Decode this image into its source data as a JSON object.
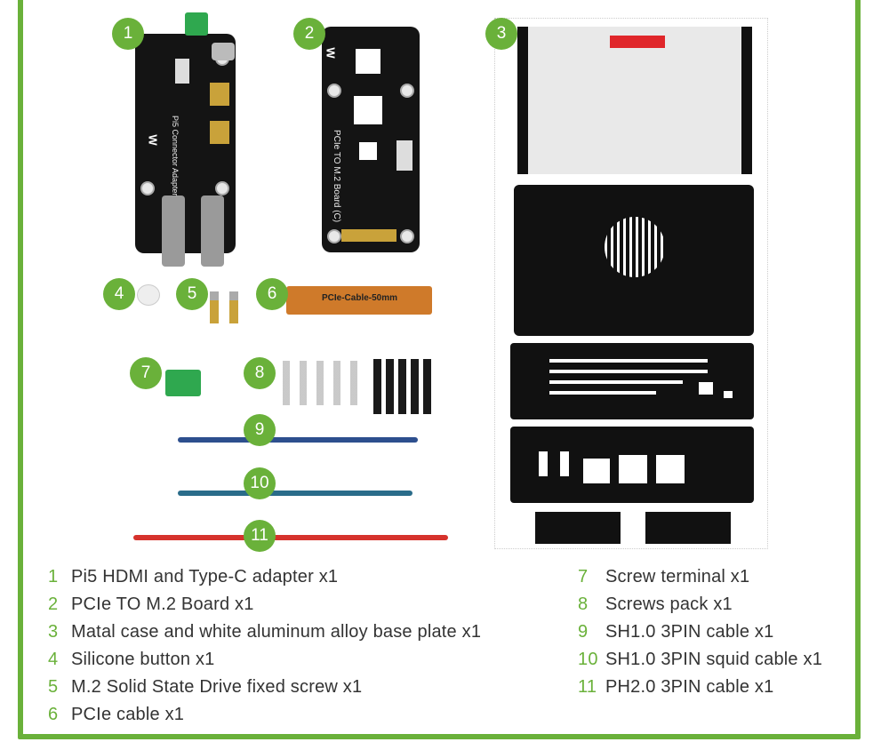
{
  "badges": [
    "1",
    "2",
    "3",
    "4",
    "5",
    "6",
    "7",
    "8",
    "9",
    "10",
    "11"
  ],
  "board1": {
    "label": "Pi5 Connector Adapter",
    "logo": "W"
  },
  "board2": {
    "label": "PCIe TO M.2 Board (C)",
    "logo": "W"
  },
  "cable_label": "PCIe-Cable-50mm",
  "legend_left": [
    {
      "num": "1",
      "text": "Pi5 HDMI and Type-C adapter x1"
    },
    {
      "num": "2",
      "text": "PCIe TO M.2 Board x1"
    },
    {
      "num": "3",
      "text": "Matal case and white aluminum alloy base plate x1"
    },
    {
      "num": "4",
      "text": "Silicone button x1"
    },
    {
      "num": "5",
      "text": "M.2 Solid State Drive fixed screw x1"
    },
    {
      "num": "6",
      "text": "PCIe cable x1"
    }
  ],
  "legend_right": [
    {
      "num": "7",
      "text": "Screw terminal x1"
    },
    {
      "num": "8",
      "text": "Screws pack x1"
    },
    {
      "num": "9",
      "text": "SH1.0 3PIN cable x1"
    },
    {
      "num": "10",
      "text": "SH1.0 3PIN squid cable x1"
    },
    {
      "num": "11",
      "text": "PH2.0 3PIN cable x1"
    }
  ],
  "colors": {
    "accent": "#6ab13a",
    "pcb": "#141414",
    "cable_blue": "#2d4f8e",
    "cable_red": "#d6322c",
    "terminal": "#2fa84f"
  }
}
